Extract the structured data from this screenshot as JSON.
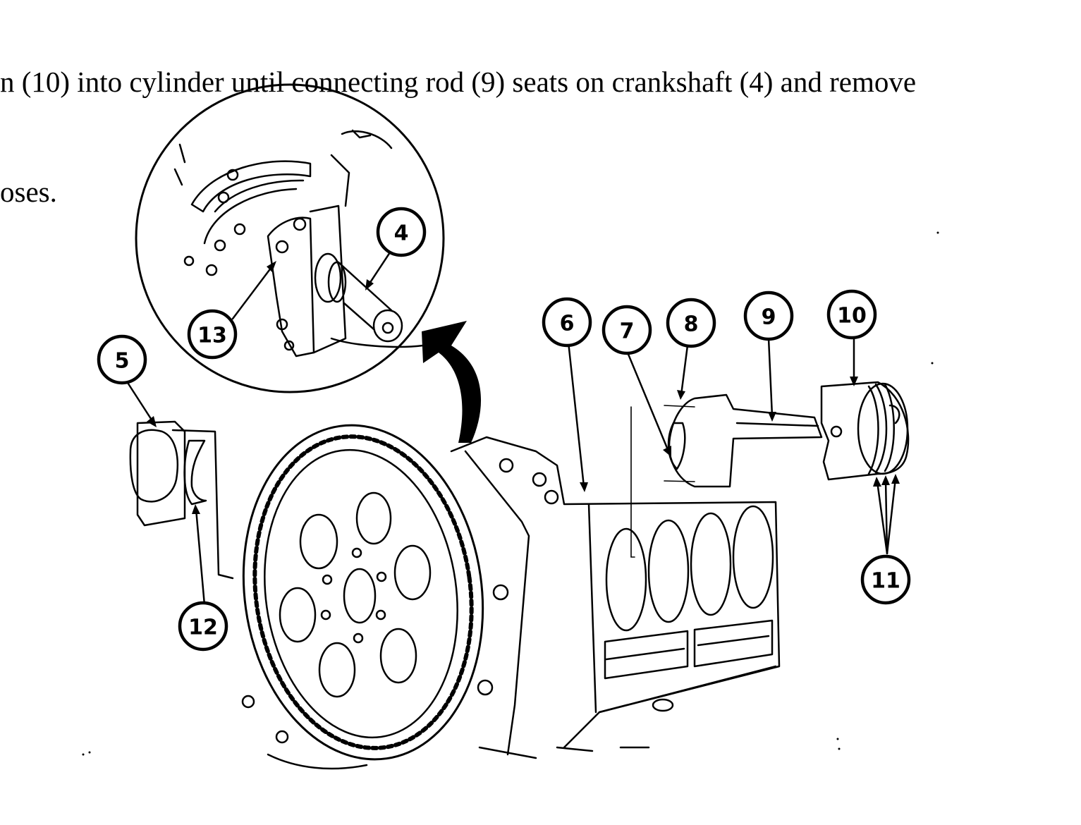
{
  "caption": {
    "line1": "n (10) into cylinder until connecting rod (9) seats on crankshaft (4) and remove",
    "line2": "oses."
  },
  "callouts": {
    "c4": "4",
    "c5": "5",
    "c6": "6",
    "c7": "7",
    "c8": "8",
    "c9": "9",
    "c10": "10",
    "c11": "11",
    "c12": "12",
    "c13": "13"
  }
}
